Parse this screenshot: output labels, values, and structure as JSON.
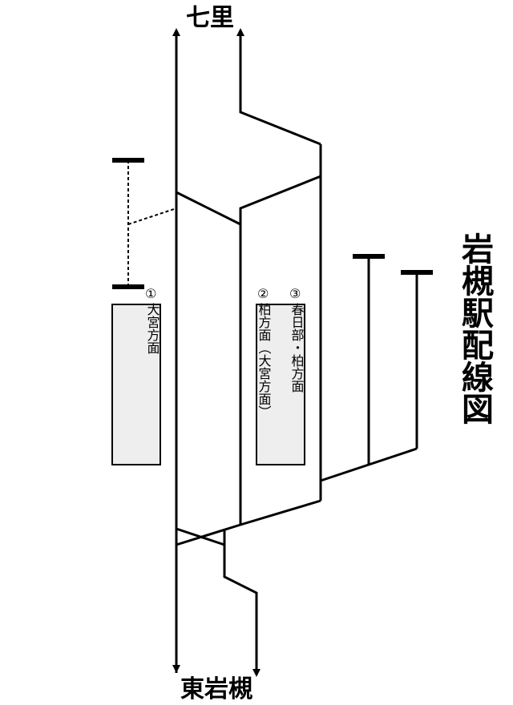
{
  "title": "岩槻駅配線図",
  "directions": {
    "north": "七里",
    "south": "東岩槻"
  },
  "platforms": [
    {
      "number": "①",
      "destination": "大宮方面"
    },
    {
      "number": "②",
      "destination": "柏方面（大宮方面）"
    },
    {
      "number": "③",
      "destination": "春日部・柏方面"
    }
  ],
  "colors": {
    "line": "#000000",
    "platform_fill": "#eeeeee"
  }
}
